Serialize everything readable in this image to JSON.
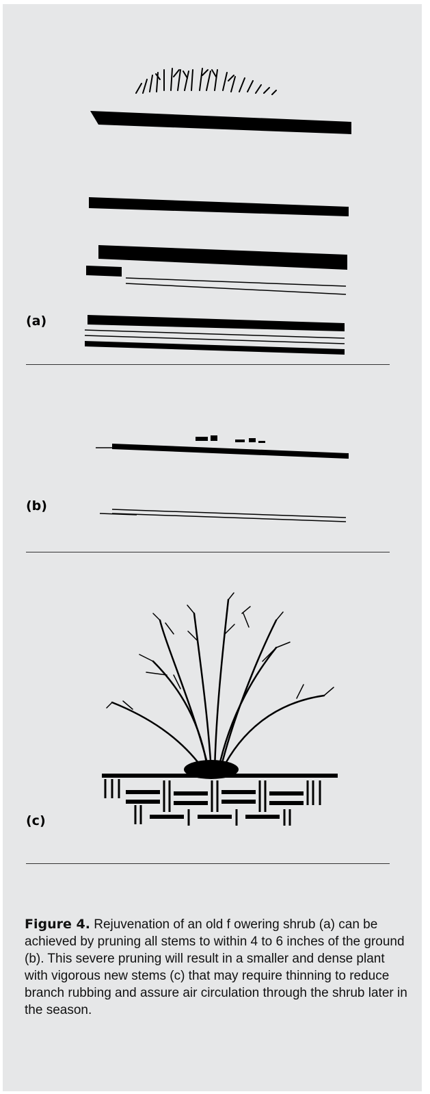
{
  "panels": [
    {
      "label": "(a)"
    },
    {
      "label": "(b)"
    },
    {
      "label": "(c)"
    }
  ],
  "caption": {
    "figure_label": "Figure 4.",
    "text": " Rejuvenation of an old f owering shrub (a) can be achieved by pruning all stems to within 4 to 6 inches of the ground (b). This severe pruning will result in a smaller and dense plant with vigorous new stems (c) that may require thinning to reduce branch rubbing and assure air circulation through the shrub later in the season."
  }
}
